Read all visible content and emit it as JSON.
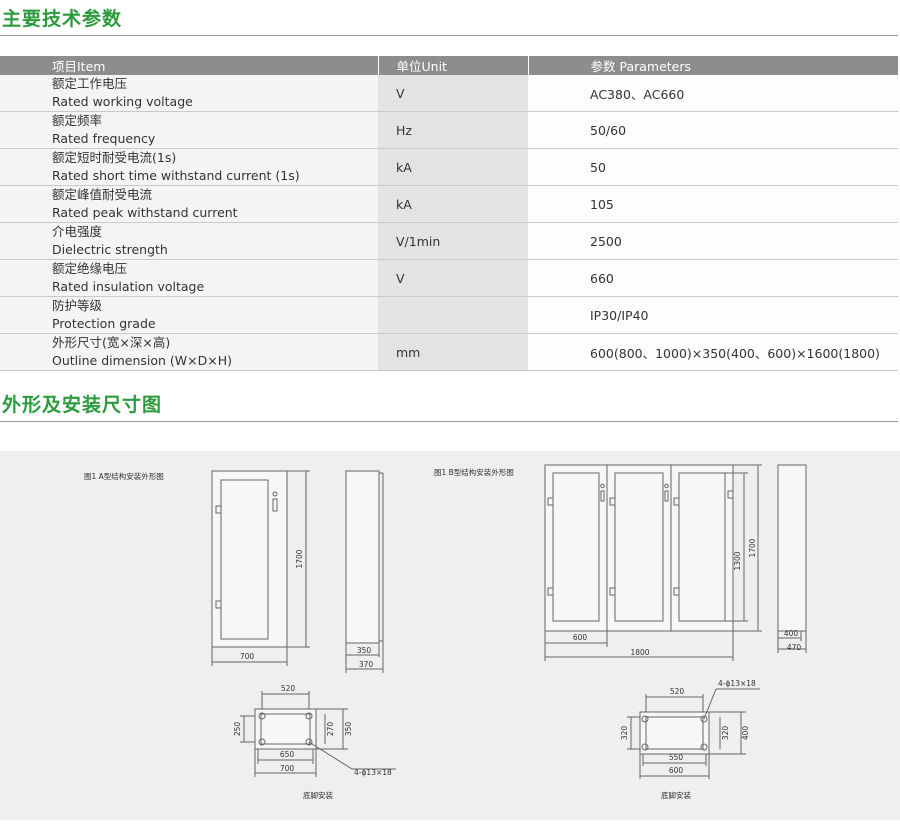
{
  "section1": {
    "title": "主要技术参数"
  },
  "table": {
    "headers": [
      "项目Item",
      "单位Unit",
      "参数 Parameters"
    ],
    "rows": [
      {
        "cn": "额定工作电压",
        "en": "Rated working voltage",
        "unit": "V",
        "value": "AC380、AC660"
      },
      {
        "cn": "额定频率",
        "en": "Rated frequency",
        "unit": "Hz",
        "value": "50/60"
      },
      {
        "cn": "额定短时耐受电流(1s)",
        "en": "Rated short time withstand current (1s)",
        "unit": "kA",
        "value": "50"
      },
      {
        "cn": "额定峰值耐受电流",
        "en": "Rated peak withstand current",
        "unit": "kA",
        "value": "105"
      },
      {
        "cn": "介电强度",
        "en": "Dielectric strength",
        "unit": "V/1min",
        "value": "2500"
      },
      {
        "cn": "额定绝缘电压",
        "en": "Rated insulation voltage",
        "unit": "V",
        "value": "660"
      },
      {
        "cn": "防护等级",
        "en": "Protection grade",
        "unit": "",
        "value": "IP30/IP40"
      },
      {
        "cn": "外形尺寸(宽×深×高)",
        "en": "Outline dimension (W×D×H)",
        "unit": "mm",
        "value": "600(800、1000)×350(400、600)×1600(1800)"
      }
    ]
  },
  "section2": {
    "title": "外形及安装尺寸图"
  },
  "drawings": {
    "fig1": {
      "caption": "图1 A型结构安装外形图",
      "height": "1700",
      "width": "700",
      "depth_inner": "350",
      "depth_outer": "370",
      "base": {
        "top": "520",
        "inner": "650",
        "outer": "700",
        "depth_inner": "270",
        "depth_outer": "350",
        "side": "250",
        "holes": "4-ϕ13×18",
        "caption": "底脚安装"
      }
    },
    "fig2": {
      "caption": "图1 B型结构安装外形图",
      "height": "1700",
      "door_height": "1300",
      "panel": "600",
      "width": "1800",
      "depth_inner": "400",
      "depth_outer": "470",
      "base": {
        "top": "520",
        "inner": "550",
        "outer": "600",
        "depth_inner": "320",
        "depth_outer": "400",
        "side": "320",
        "holes": "4-ϕ13×18",
        "caption": "底脚安装"
      }
    }
  }
}
